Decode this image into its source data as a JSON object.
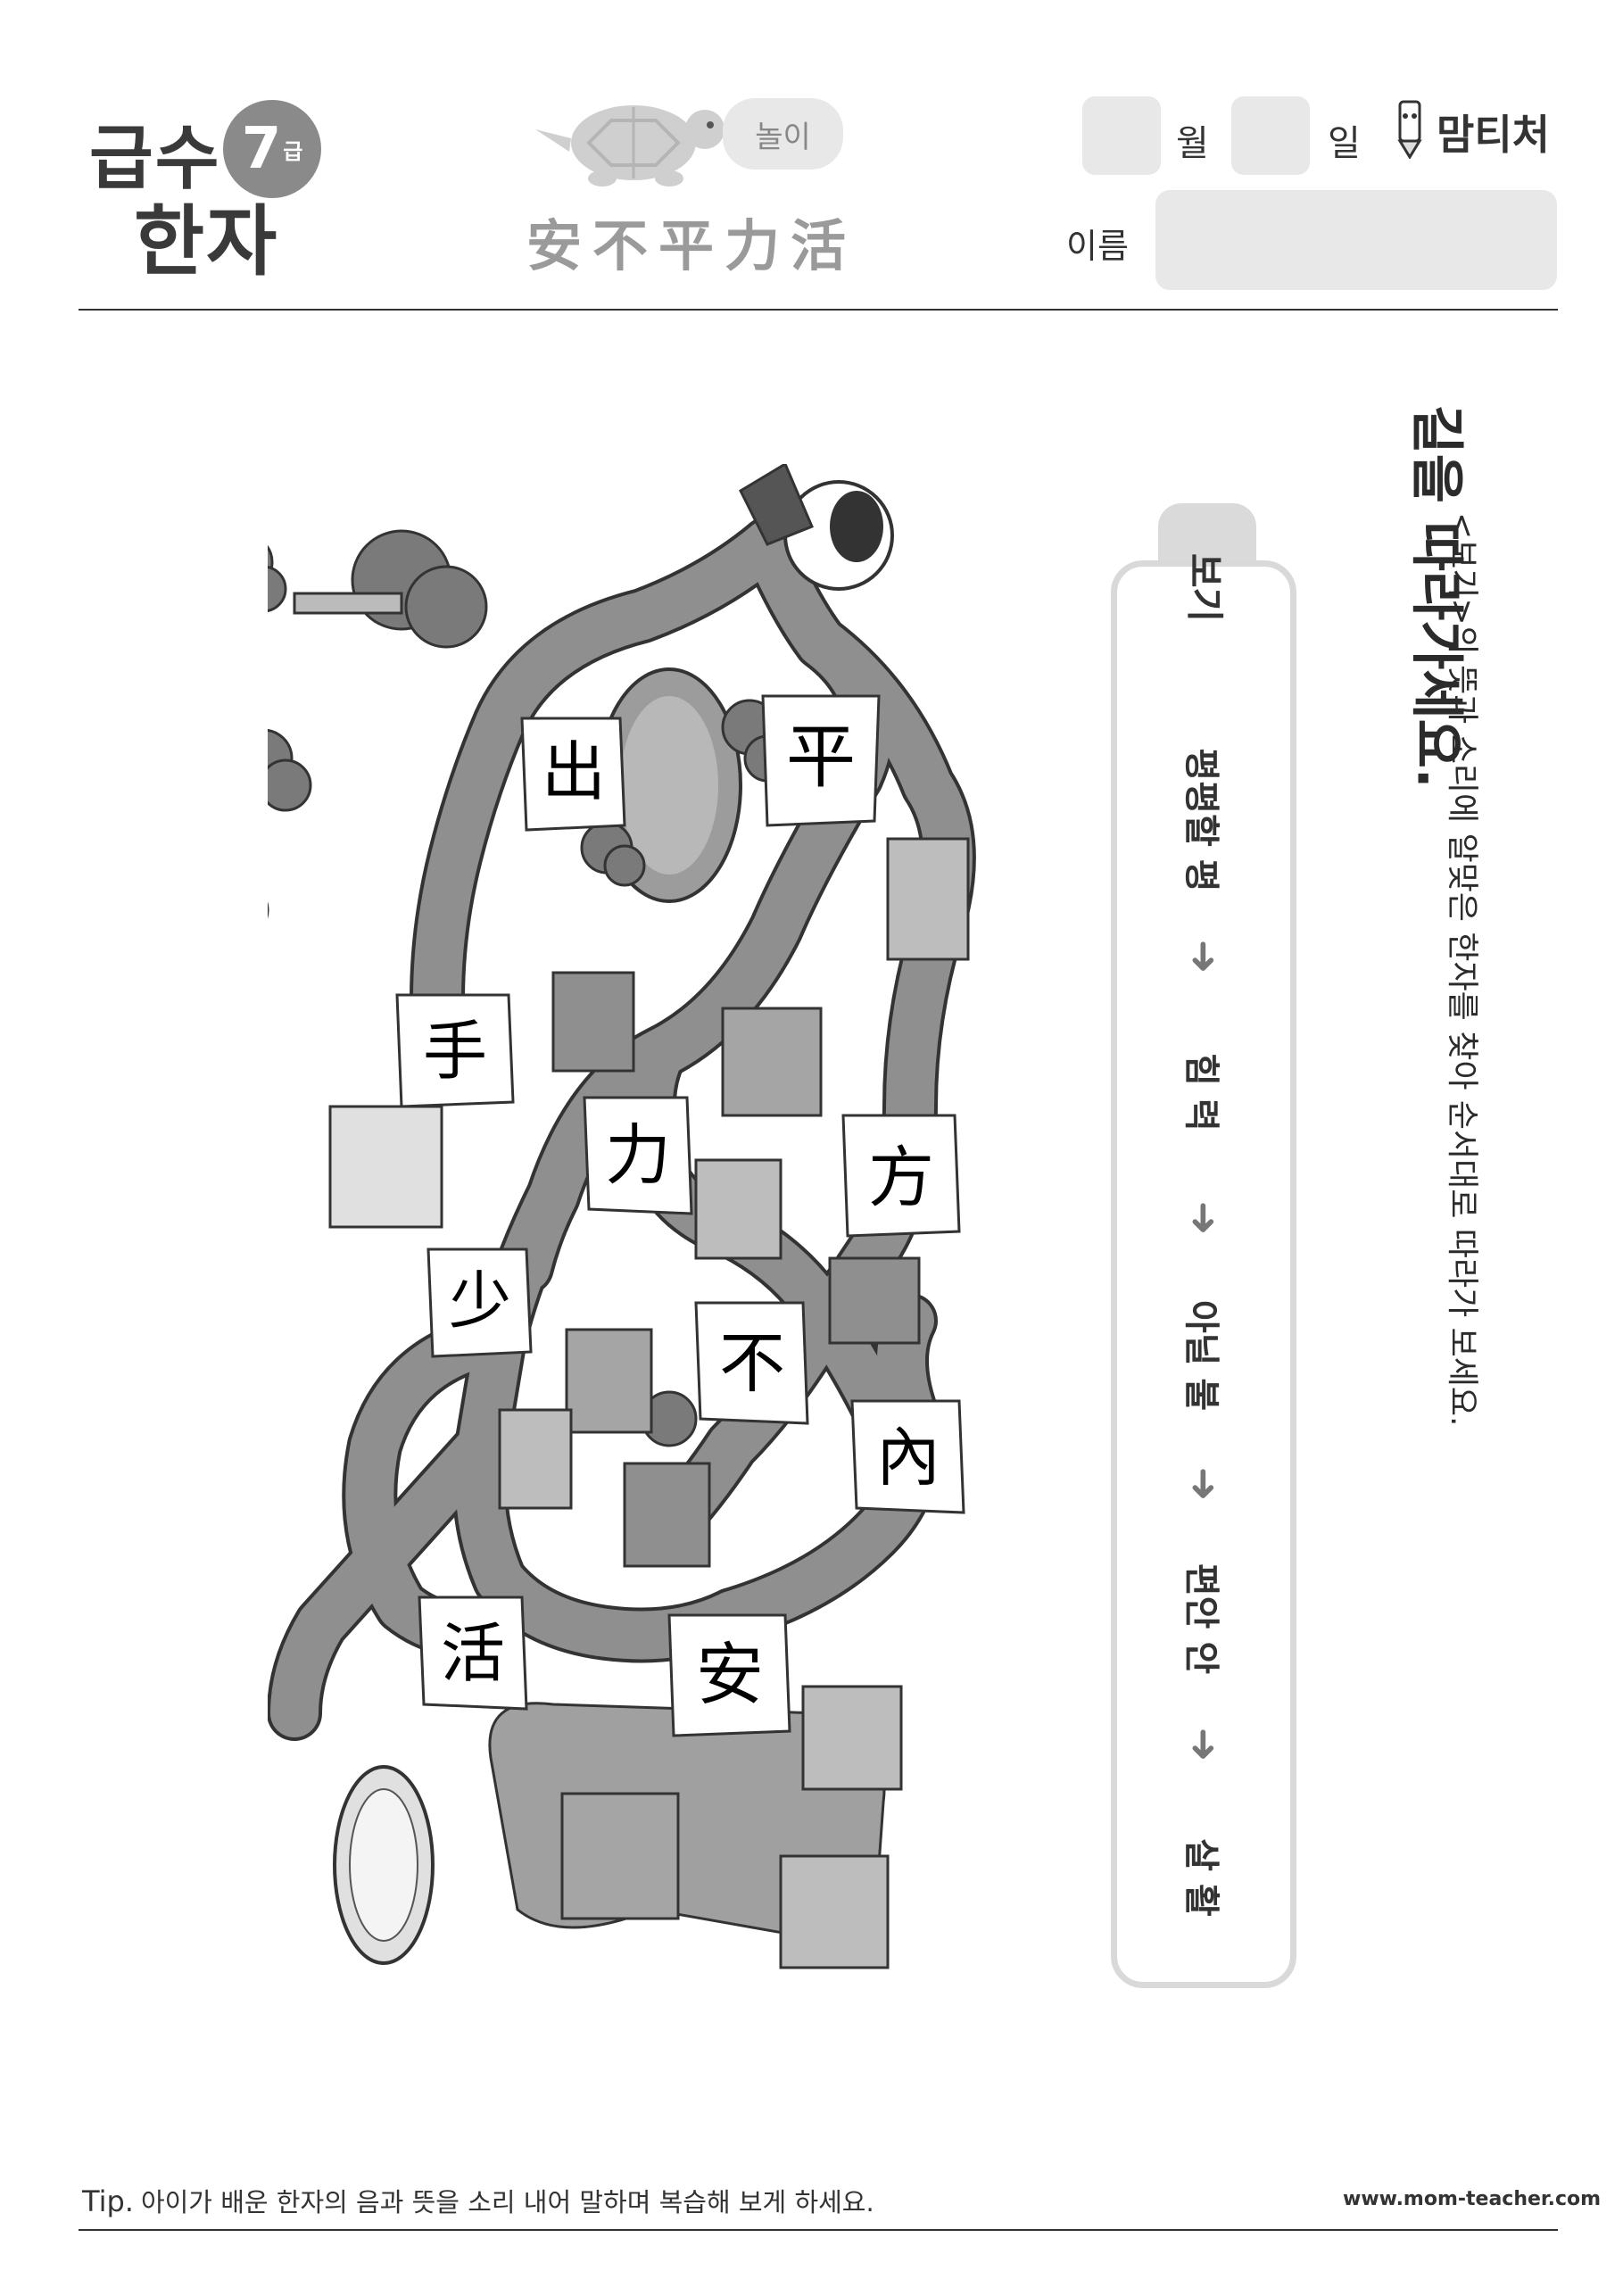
{
  "header": {
    "logo_top": "급수",
    "logo_bottom": "한자",
    "grade_number": "7",
    "grade_unit": "급",
    "play_label": "놀이",
    "hanja_list": "安不平力活",
    "month_label": "월",
    "day_label": "일",
    "name_label": "이름",
    "brand": "맘티처"
  },
  "instruction": {
    "title": "길을 따라가세요.",
    "subtitle": "<보기>의 뜻과 소리에 알맞은 한자를 찾아 순서대로 따라가 보세요."
  },
  "example": {
    "tab_label": "보기",
    "steps": [
      "평평할 평",
      "힘 력",
      "아닐 불",
      "편안 안",
      "살 활"
    ],
    "arrow": "➜"
  },
  "map": {
    "signs": [
      {
        "char": "平"
      },
      {
        "char": "出"
      },
      {
        "char": "手"
      },
      {
        "char": "力"
      },
      {
        "char": "方"
      },
      {
        "char": "少"
      },
      {
        "char": "不"
      },
      {
        "char": "內"
      },
      {
        "char": "活"
      },
      {
        "char": "安"
      }
    ]
  },
  "footer": {
    "tip_label": "Tip.",
    "tip_text": "아이가 배운 한자의 음과 뜻을 소리 내어 말하며 복습해 보게 하세요.",
    "website": "www.mom-teacher.com"
  },
  "colors": {
    "road": "#8f8f8f",
    "road_edge": "#333333",
    "box_fill": "#e8e8e8",
    "tree": "#7a7a7a"
  }
}
